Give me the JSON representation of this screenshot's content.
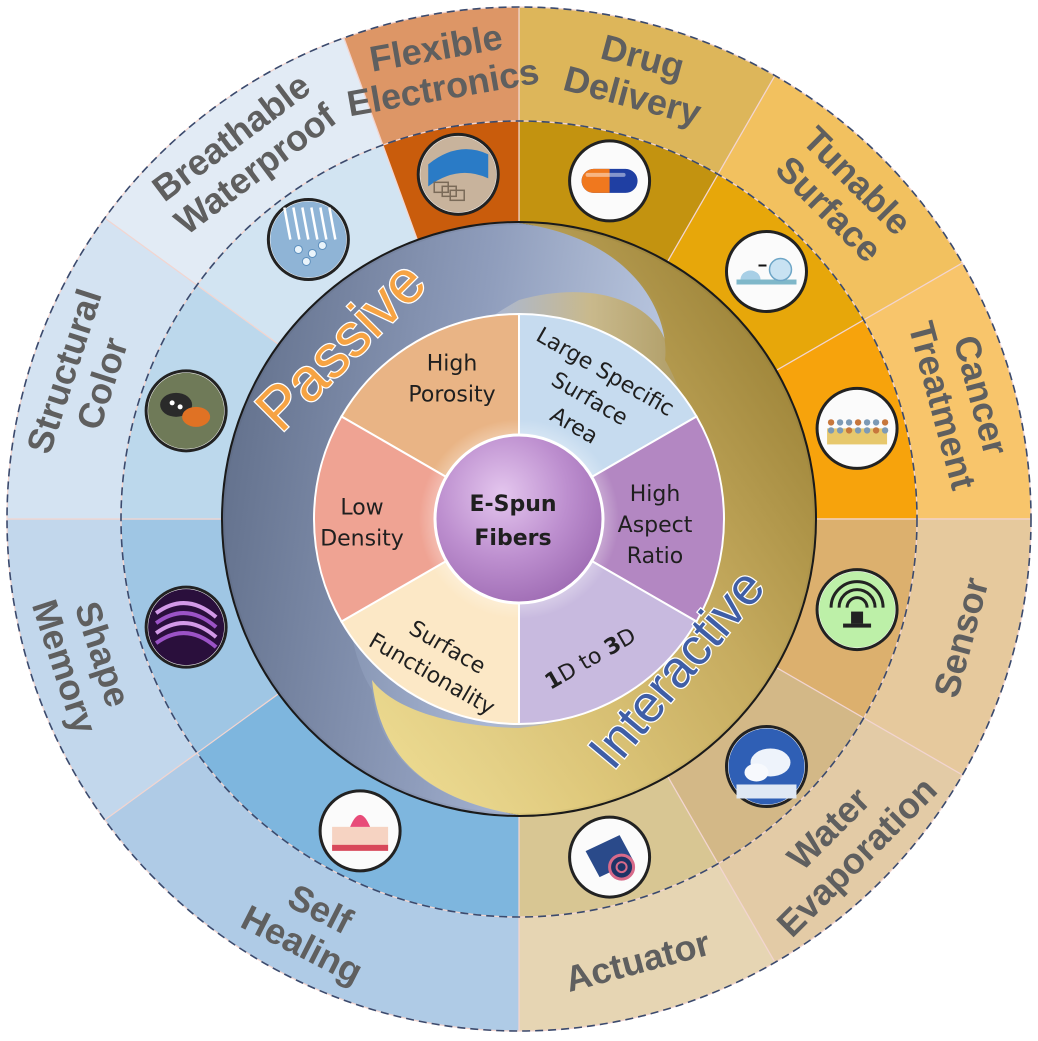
{
  "center": {
    "line1": "E-Spun",
    "line2": "Fibers"
  },
  "groups": {
    "passive": "Passive",
    "interactive": "Interactive"
  },
  "properties": [
    {
      "id": "high-porosity",
      "lines": [
        "High",
        "Porosity"
      ],
      "bold": [],
      "color": "#e9b485"
    },
    {
      "id": "large-specific-surface-area",
      "lines": [
        "Large Specific",
        "Surface",
        "Area"
      ],
      "bold": [],
      "color": "#c6dbef"
    },
    {
      "id": "high-aspect-ratio",
      "lines": [
        "High",
        "Aspect",
        "Ratio"
      ],
      "bold": [],
      "color": "#b387c2"
    },
    {
      "id": "1d-to-3d",
      "lines": [
        "1D to 3D"
      ],
      "bold": [
        "1",
        "3"
      ],
      "color": "#c8badf"
    },
    {
      "id": "surface-functionality",
      "lines": [
        "Surface",
        "Functionality"
      ],
      "bold": [],
      "color": "#fce8c6"
    },
    {
      "id": "low-density",
      "lines": [
        "Low",
        "Density"
      ],
      "bold": [],
      "color": "#efa393"
    }
  ],
  "applications": [
    {
      "id": "drug-delivery",
      "lines": [
        "Drug",
        "Delivery"
      ],
      "icon": "capsule-icon",
      "outer_color": "#ddb65a",
      "inner_color": "#c39310"
    },
    {
      "id": "tunable-surface",
      "lines": [
        "Tunable",
        "Surface"
      ],
      "icon": "droplet-surface-icon",
      "outer_color": "#f2c15f",
      "inner_color": "#e7a70a"
    },
    {
      "id": "cancer-treatment",
      "lines": [
        "Cancer",
        "Treatment"
      ],
      "icon": "nanoparticle-icon",
      "outer_color": "#f8c56b",
      "inner_color": "#f7a30c"
    },
    {
      "id": "sensor",
      "lines": [
        "Sensor"
      ],
      "icon": "wireless-sensor-icon",
      "outer_color": "#e6c99d",
      "inner_color": "#dcb06e"
    },
    {
      "id": "water-evaporation",
      "lines": [
        "Water",
        "Evaporation"
      ],
      "icon": "steam-cloud-icon",
      "outer_color": "#e3cba6",
      "inner_color": "#d3b887"
    },
    {
      "id": "actuator",
      "lines": [
        "Actuator"
      ],
      "icon": "rolled-film-icon",
      "outer_color": "#e6d5b3",
      "inner_color": "#d8c693"
    },
    {
      "id": "self-healing",
      "lines": [
        "Self",
        "Healing"
      ],
      "icon": "skin-wound-icon",
      "outer_color": "#afcbe6",
      "inner_color": "#7eb6de"
    },
    {
      "id": "shape-memory",
      "lines": [
        "Shape",
        "Memory"
      ],
      "icon": "twisted-fabric-icon",
      "outer_color": "#c2d7ec",
      "inner_color": "#9fc6e4"
    },
    {
      "id": "structural-color",
      "lines": [
        "Structural",
        "Color"
      ],
      "icon": "butterfly-icon",
      "outer_color": "#d4e3f2",
      "inner_color": "#bcd8ec"
    },
    {
      "id": "breathable-waterproof",
      "lines": [
        "Breathable",
        "Waterproof"
      ],
      "icon": "water-droplets-icon",
      "outer_color": "#e2ebf5",
      "inner_color": "#d2e4f2"
    },
    {
      "id": "flexible-electronics",
      "lines": [
        "Flexible",
        "Electronics"
      ],
      "icon": "circuit-icon",
      "outer_color": "#dd9666",
      "inner_color": "#c95c0c"
    }
  ]
}
